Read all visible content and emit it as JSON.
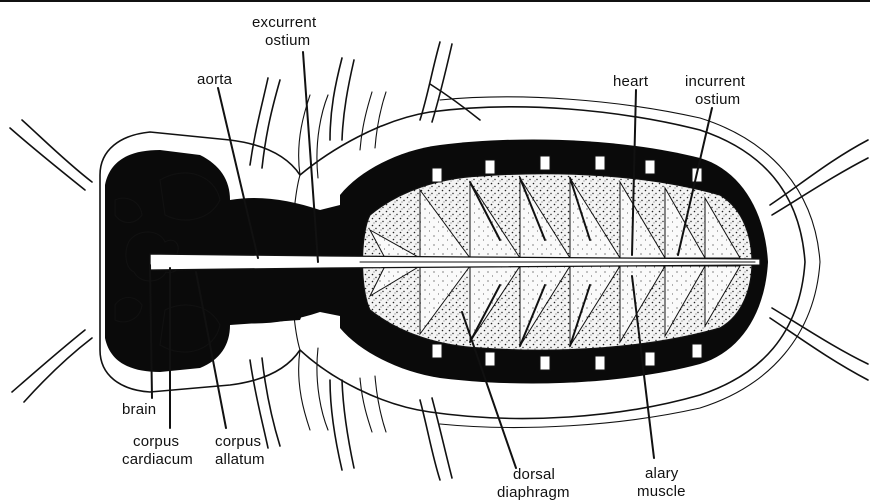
{
  "labels": {
    "excurrent_ostium": [
      "excurrent",
      "ostium"
    ],
    "aorta": "aorta",
    "heart": "heart",
    "incurrent_ostium": [
      "incurrent",
      "ostium"
    ],
    "brain": "brain",
    "corpus_cardiacum": [
      "corpus",
      "cardiacum"
    ],
    "corpus_allatum": [
      "corpus",
      "allatum"
    ],
    "dorsal_diaphragm": [
      "dorsal",
      "diaphragm"
    ],
    "alary_muscle": [
      "alary",
      "muscle"
    ]
  }
}
